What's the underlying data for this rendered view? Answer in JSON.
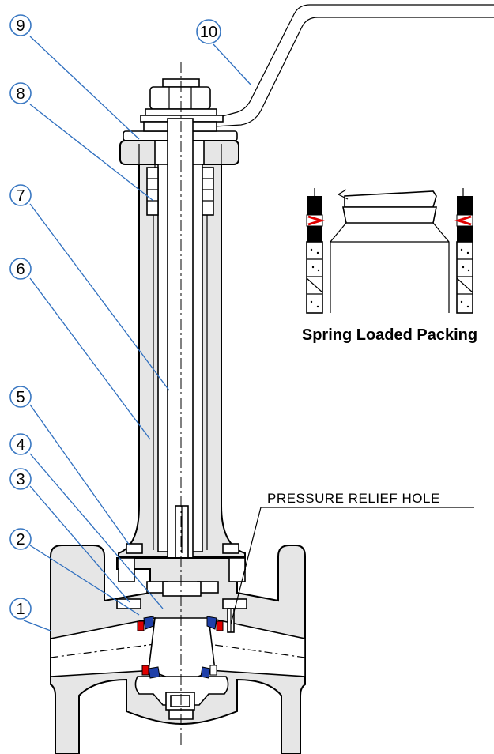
{
  "diagram": {
    "callouts": [
      "1",
      "2",
      "3",
      "4",
      "5",
      "6",
      "7",
      "8",
      "9",
      "10"
    ],
    "annotation": "PRESSURE RELIEF HOLE",
    "inset_caption": "Spring Loaded Packing"
  },
  "colors": {
    "body_gray": "#e6e6e6",
    "leader_blue": "#2f6fbf",
    "seal_red": "#e00000",
    "seal_blue": "#1f3fa8",
    "packing_black": "#000000"
  }
}
